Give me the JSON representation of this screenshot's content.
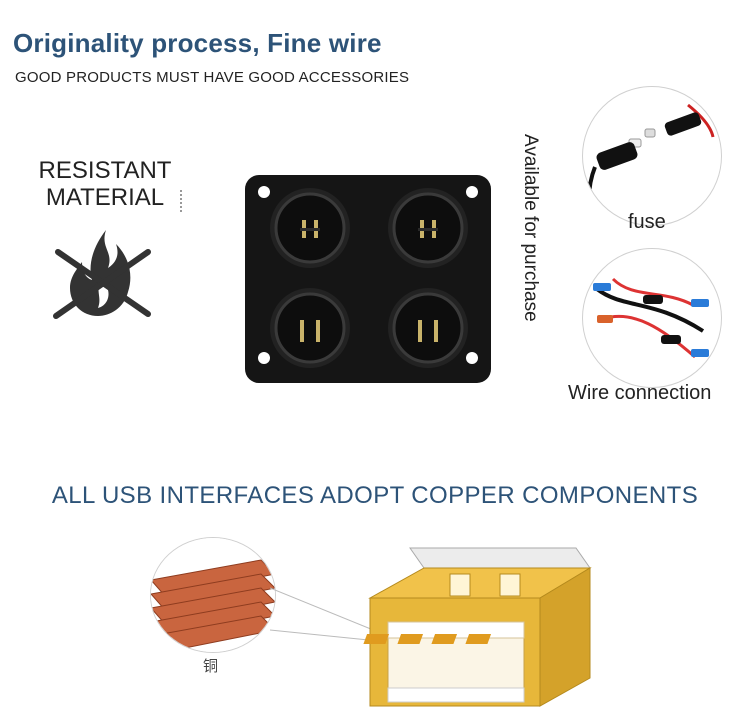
{
  "header": {
    "title": "Originality process, Fine wire",
    "subtitle": "GOOD PRODUCTS MUST HAVE GOOD ACCESSORIES"
  },
  "material": {
    "label_line1": "RESISTANT",
    "label_line2": "MATERIAL",
    "icon": "no-fire-icon"
  },
  "product": {
    "name": "four-usb-socket-panel",
    "socket_count": 4
  },
  "accessories": {
    "side_text": "Available for purchase",
    "fuse_label": "fuse",
    "wire_label": "Wire connection"
  },
  "usb_section": {
    "heading": "ALL USB INTERFACES ADOPT COPPER COMPONENTS",
    "copper_label": "铜"
  },
  "colors": {
    "heading_blue": "#2d5378",
    "panel_black": "#151515",
    "copper": "#c9653f",
    "usb_gold": "#e7b73a"
  }
}
